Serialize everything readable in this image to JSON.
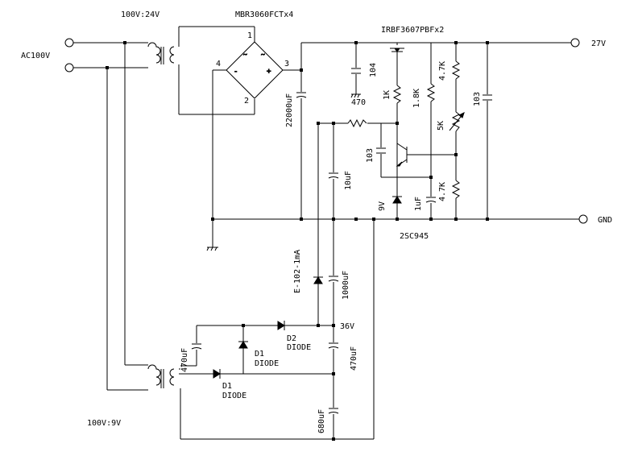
{
  "labels": {
    "xfmr_top": "100V:24V",
    "bridge": "MBR3060FCTx4",
    "mosfet": "IRBF3607PBFx2",
    "out27": "27V",
    "ac": "AC100V",
    "pin1": "1",
    "pin2": "2",
    "pin3": "3",
    "pin4": "4",
    "c104": "104",
    "r1k": "1K",
    "r18k": "1.8K",
    "r47k_top": "4.7K",
    "c103_right": "103",
    "cap22000": "22000uF",
    "r470": "470",
    "r5k": "5K",
    "c103_mid": "103",
    "c10uf": "10uF",
    "z9v": "9V",
    "c1uf": "1uF",
    "r47k_bot": "4.7K",
    "gnd": "GND",
    "transistor": "2SC945",
    "crd": "E-102-1mA",
    "c1000": "1000uF",
    "v36": "36V",
    "d2": "D2",
    "d2type": "DIODE",
    "c470_left": "470uF",
    "d1a": "D1",
    "d1a_type": "DIODE",
    "c470_right": "470uF",
    "d1b": "D1",
    "d1b_type": "DIODE",
    "c680": "680uF",
    "xfmr_bot": "100V:9V"
  }
}
